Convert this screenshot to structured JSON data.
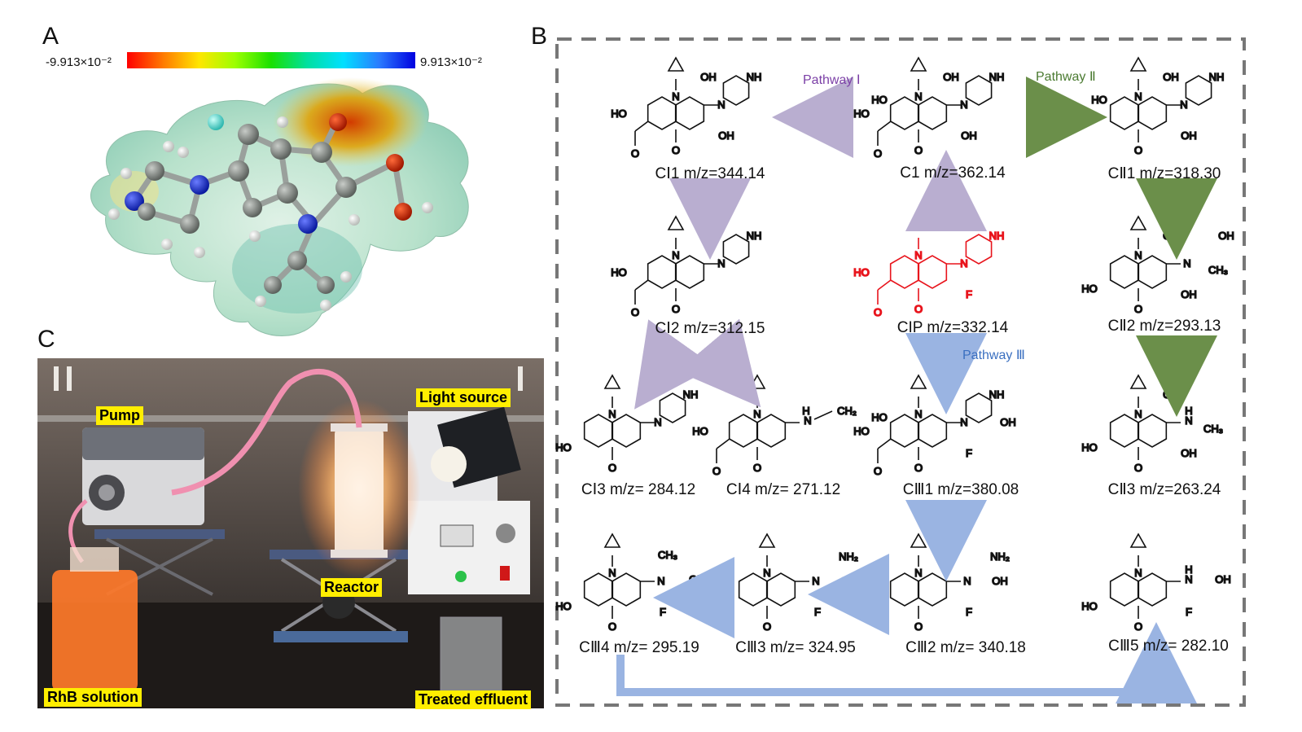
{
  "panels": {
    "a": "A",
    "b": "B",
    "c": "C"
  },
  "colorbar": {
    "min_label": "-9.913×10⁻²",
    "max_label": "9.913×10⁻²"
  },
  "photo_labels": {
    "pump": "Pump",
    "light_source": "Light source",
    "reactor": "Reactor",
    "rhb_solution": "RhB solution",
    "treated_effluent": "Treated effluent"
  },
  "pathways": {
    "p1": "Pathway Ⅰ",
    "p2": "Pathway Ⅱ",
    "p3": "Pathway Ⅲ"
  },
  "molecules": {
    "ci1": "CⅠ1 m/z=344.14",
    "c1": "C1 m/z=362.14",
    "cii1": "CⅡ1 m/z=318.30",
    "ci2": "CⅠ2 m/z=312.15",
    "cip": "CIP m/z=332.14",
    "cii2": "CⅡ2 m/z=293.13",
    "ci3": "CⅠ3 m/z= 284.12",
    "ci4": "CⅠ4 m/z= 271.12",
    "ciii1": "CⅢ1 m/z=380.08",
    "cii3": "CⅡ3 m/z=263.24",
    "ciii4": "CⅢ4 m/z= 295.19",
    "ciii3": "CⅢ3 m/z= 324.95",
    "ciii2": "CⅢ2 m/z= 340.18",
    "ciii5": "CⅢ5 m/z= 282.10"
  },
  "atom_labels": {
    "oh": "OH",
    "ho": "HO",
    "o": "O",
    "n": "N",
    "nh": "NH",
    "h": "H",
    "f": "F",
    "nh2": "NH₂",
    "ch3": "CH₃",
    "ch2": "CH₂"
  },
  "colors": {
    "pathway1": "#7b3fa6",
    "pathway2": "#4a7a30",
    "pathway3": "#3a6fc0",
    "cip_red": "#e8141c",
    "arrow_purple": "#b9aed0",
    "arrow_green": "#6b8f4a",
    "arrow_blue": "#9ab4e2",
    "frame": "#777777"
  }
}
